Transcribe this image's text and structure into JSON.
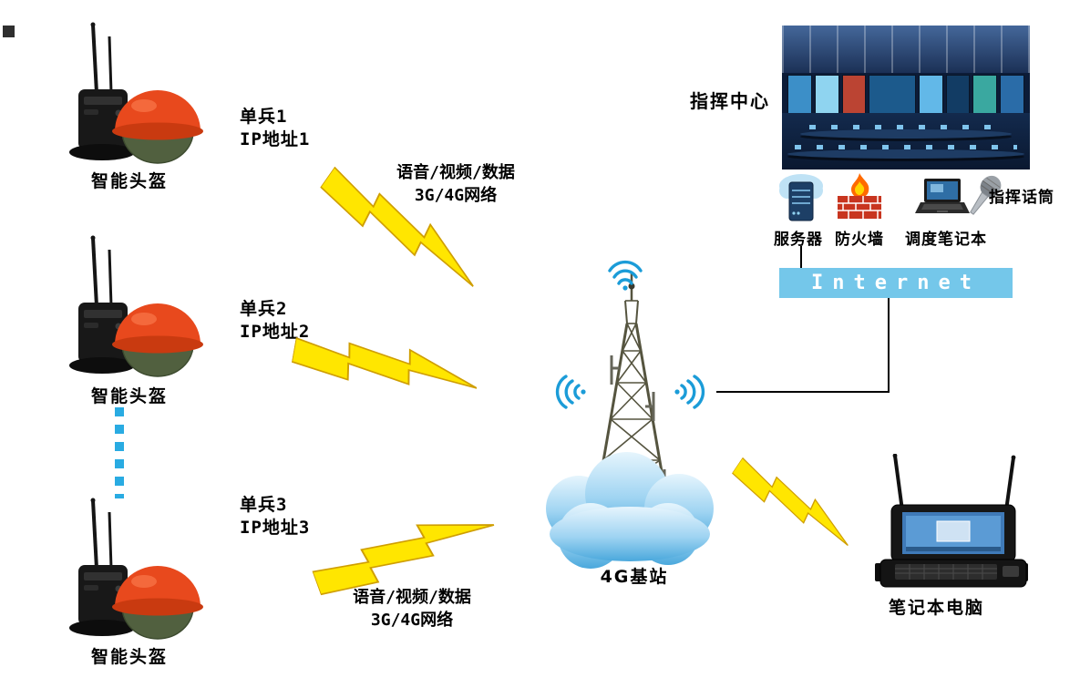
{
  "soldiers": [
    {
      "device_label": "智能头盔",
      "unit_line1": "单兵1",
      "unit_line2": "IP地址1"
    },
    {
      "device_label": "智能头盔",
      "unit_line1": "单兵2",
      "unit_line2": "IP地址2"
    },
    {
      "device_label": "智能头盔",
      "unit_line1": "单兵3",
      "unit_line2": "IP地址3"
    }
  ],
  "links": {
    "top": {
      "line1": "语音/视频/数据",
      "line2": "3G/4G网络"
    },
    "bottom": {
      "line1": "语音/视频/数据",
      "line2": "3G/4G网络"
    }
  },
  "base_station": {
    "label": "4G基站"
  },
  "command_center": {
    "title": "指挥中心",
    "server_label": "服务器",
    "firewall_label": "防火墙",
    "dispatch_laptop_label": "调度笔记本",
    "microphone_label": "指挥话筒",
    "internet_label": "Internet"
  },
  "field_laptop": {
    "label": "笔记本电脑"
  },
  "colors": {
    "bolt_fill": "#ffe600",
    "bolt_edge": "#cf9e00",
    "internet_bar": "#74c7ea",
    "wifi": "#1b9cd8",
    "dotted_line": "#29abe2",
    "helmet": "#e8491d",
    "cloud_top": "#dff2fc",
    "cloud_bottom": "#4aa8dc"
  }
}
